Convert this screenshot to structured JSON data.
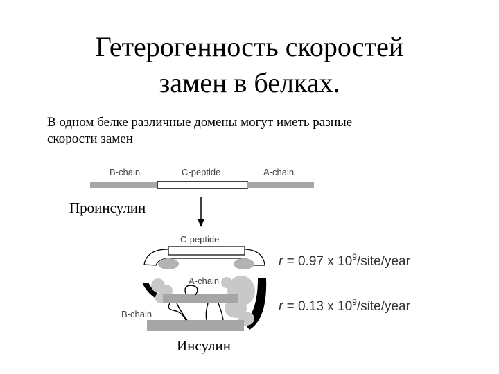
{
  "title": {
    "line1": "Гетерогенность скоростей",
    "line2": "замен в белках."
  },
  "subtitle": {
    "line1": "В одном белке различные домены могут  иметь разные",
    "line2": "скорости замен"
  },
  "proinsulin": {
    "label_b_chain": "B-chain",
    "label_c_peptide": "C-peptide",
    "label_a_chain": "A-chain",
    "caption": "Проинсулин"
  },
  "insulin": {
    "label_c_peptide": "C-peptide",
    "label_a_chain": "A-chain",
    "label_b_chain": "B-chain",
    "caption": "Инсулин"
  },
  "rates": {
    "r_symbol": "r",
    "rate1_prefix": " = 0.97 x 10",
    "rate2_prefix": " = 0.13 x 10",
    "exponent": "9",
    "unit": "/site/year"
  }
}
